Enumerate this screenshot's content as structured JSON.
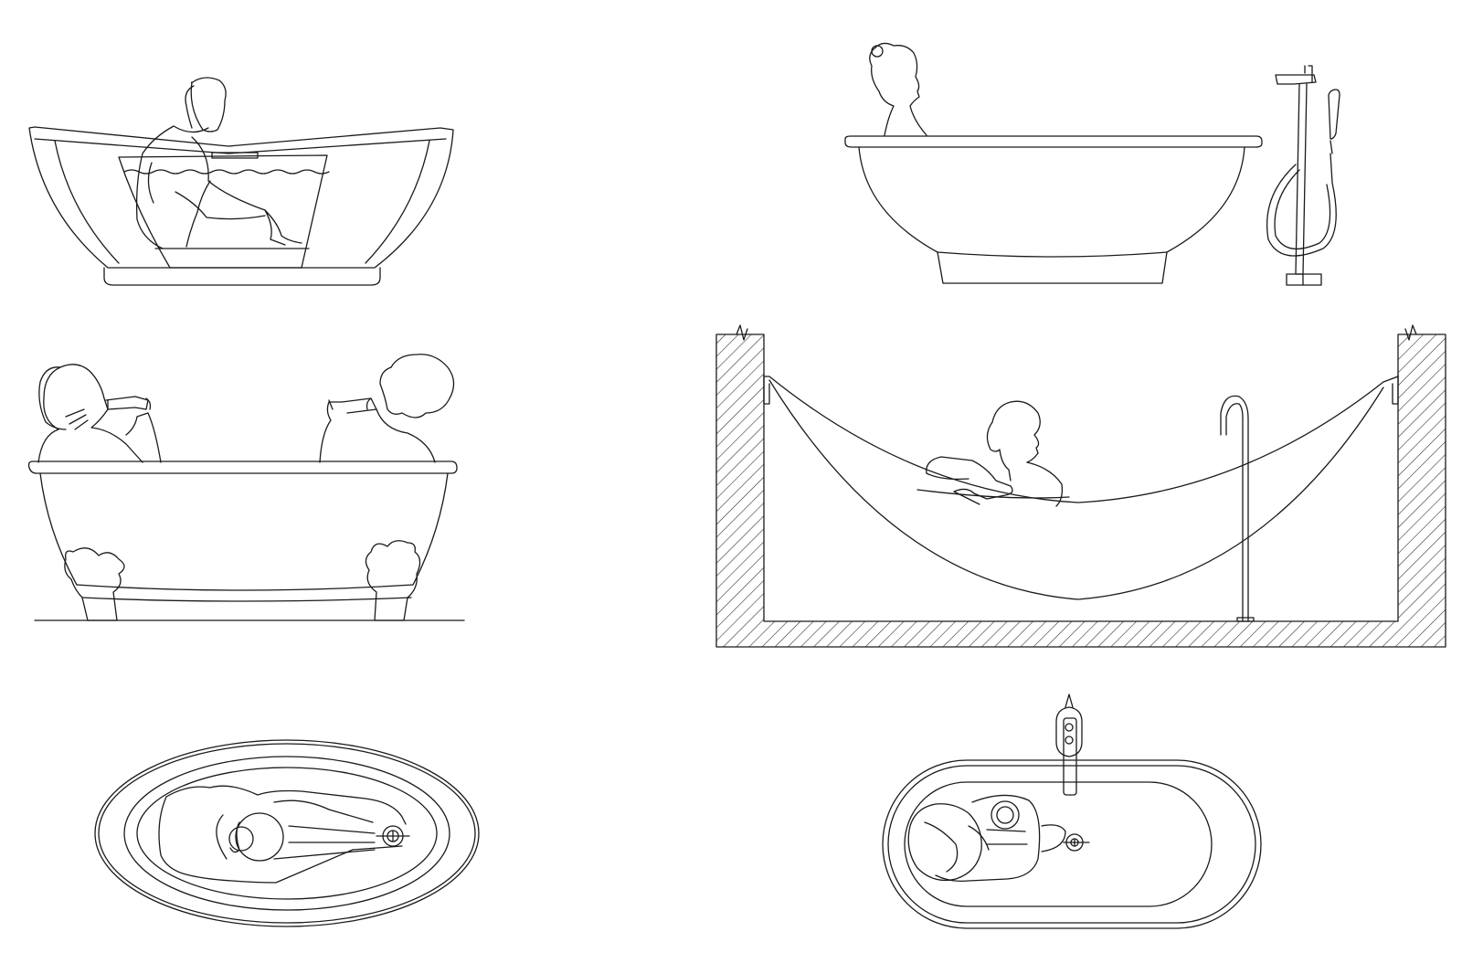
{
  "drawing": {
    "line_color": "#1a1a1a",
    "background_color": "#ffffff",
    "hatch_color": "#333333"
  },
  "blocks": [
    {
      "id": "double-slipper-tub-side",
      "view": "elevation",
      "icons": [
        "bathtub-icon",
        "bather-silhouette-icon",
        "water-line-icon"
      ]
    },
    {
      "id": "round-freestanding-tub-side",
      "view": "elevation",
      "icons": [
        "bathtub-icon",
        "bather-silhouette-icon",
        "floor-mixer-icon",
        "hand-shower-icon"
      ]
    },
    {
      "id": "clawfoot-tub-two-bathers-side",
      "view": "elevation",
      "icons": [
        "bathtub-icon",
        "bather-silhouette-icon",
        "claw-foot-icon",
        "wine-glass-icon"
      ]
    },
    {
      "id": "hammock-tub-section",
      "view": "section",
      "icons": [
        "hammock-tub-icon",
        "bather-silhouette-icon",
        "wall-hatch-icon",
        "gooseneck-faucet-icon"
      ]
    },
    {
      "id": "oval-tub-plan",
      "view": "plan",
      "icons": [
        "bathtub-icon",
        "bather-topview-icon",
        "drain-icon"
      ]
    },
    {
      "id": "oblong-tub-plan",
      "view": "plan",
      "icons": [
        "bathtub-icon",
        "bather-topview-icon",
        "drain-icon",
        "faucet-topview-icon"
      ]
    }
  ]
}
